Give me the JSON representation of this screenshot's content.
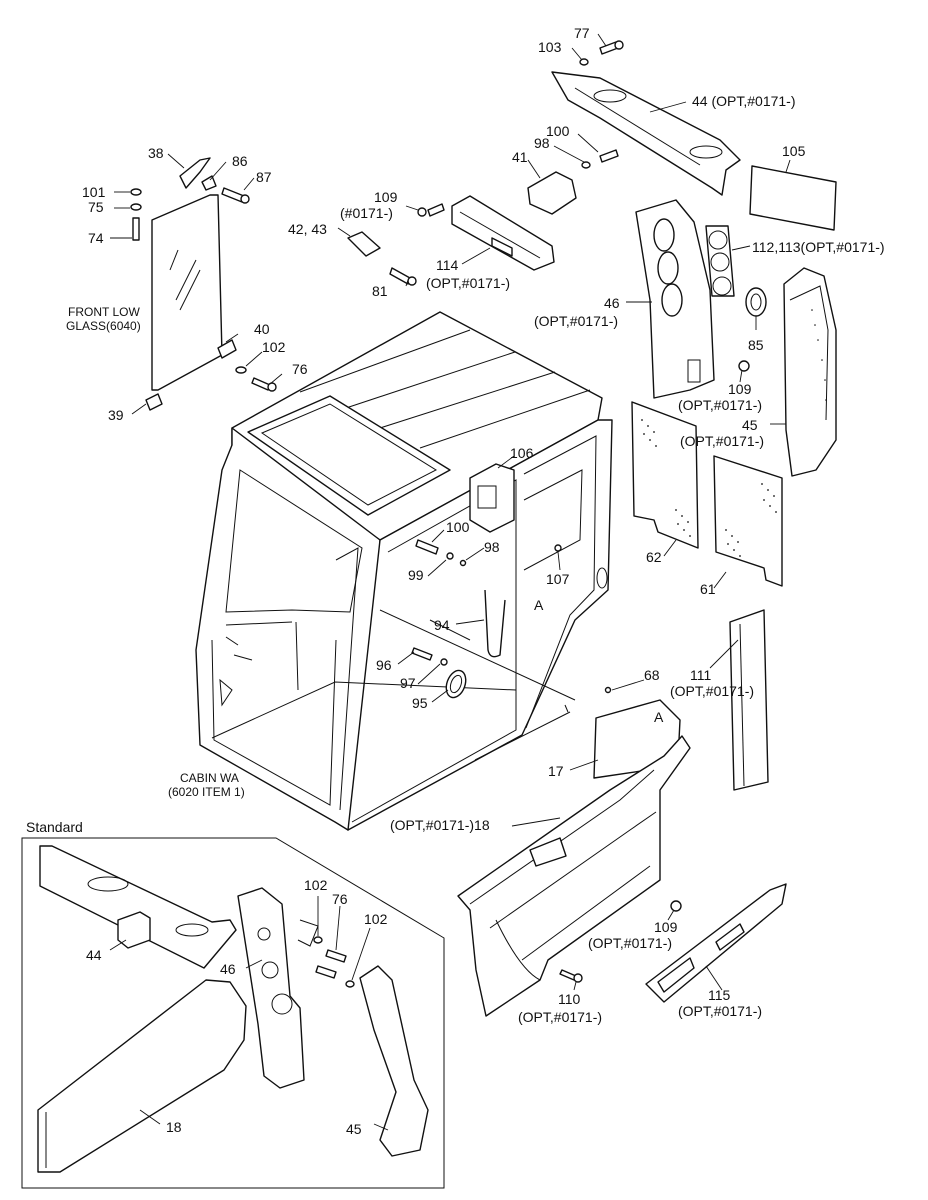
{
  "labels": {
    "n77": "77",
    "n103": "103",
    "n44": "44 (OPT,#0171-)",
    "n100a": "100",
    "n98a": "98",
    "n41": "41",
    "n105": "105",
    "n38": "38",
    "n86": "86",
    "n101": "101",
    "n87": "87",
    "n75": "75",
    "n74": "74",
    "n109a": "109",
    "n0171": "(#0171-)",
    "n4243": "42, 43",
    "n114": "114",
    "n114opt": "(OPT,#0171-)",
    "n81": "81",
    "n112": "112,113(OPT,#0171-)",
    "n46": "46",
    "n46opt": "(OPT,#0171-)",
    "n85": "85",
    "n109b": "109",
    "n109bopt": "(OPT,#0171-)",
    "n45": "45",
    "n45opt": "(OPT,#0171-)",
    "front_low_1": "FRONT LOW",
    "front_low_2": "GLASS(6040)",
    "n40": "40",
    "n102a": "102",
    "n76a": "76",
    "n39": "39",
    "n106": "106",
    "n100b": "100",
    "n98b": "98",
    "n99": "99",
    "n107": "107",
    "n62": "62",
    "n61": "61",
    "A1": "A",
    "n94": "94",
    "n96": "96",
    "n97": "97",
    "n95": "95",
    "n68": "68",
    "A2": "A",
    "n111": "111",
    "n111opt": "(OPT,#0171-)",
    "n17": "17",
    "cabin1": "CABIN WA",
    "cabin2": "(6020 ITEM 1)",
    "n18opt": "(OPT,#0171-)18",
    "standard": "Standard",
    "n102b": "102",
    "n76b": "76",
    "n102c": "102",
    "n44s": "44",
    "n46s": "46",
    "n109c": "109",
    "n109copt": "(OPT,#0171-)",
    "n110": "110",
    "n110opt": "(OPT,#0171-)",
    "n115": "115",
    "n115opt": "(OPT,#0171-)",
    "n18s": "18",
    "n45s": "45"
  }
}
